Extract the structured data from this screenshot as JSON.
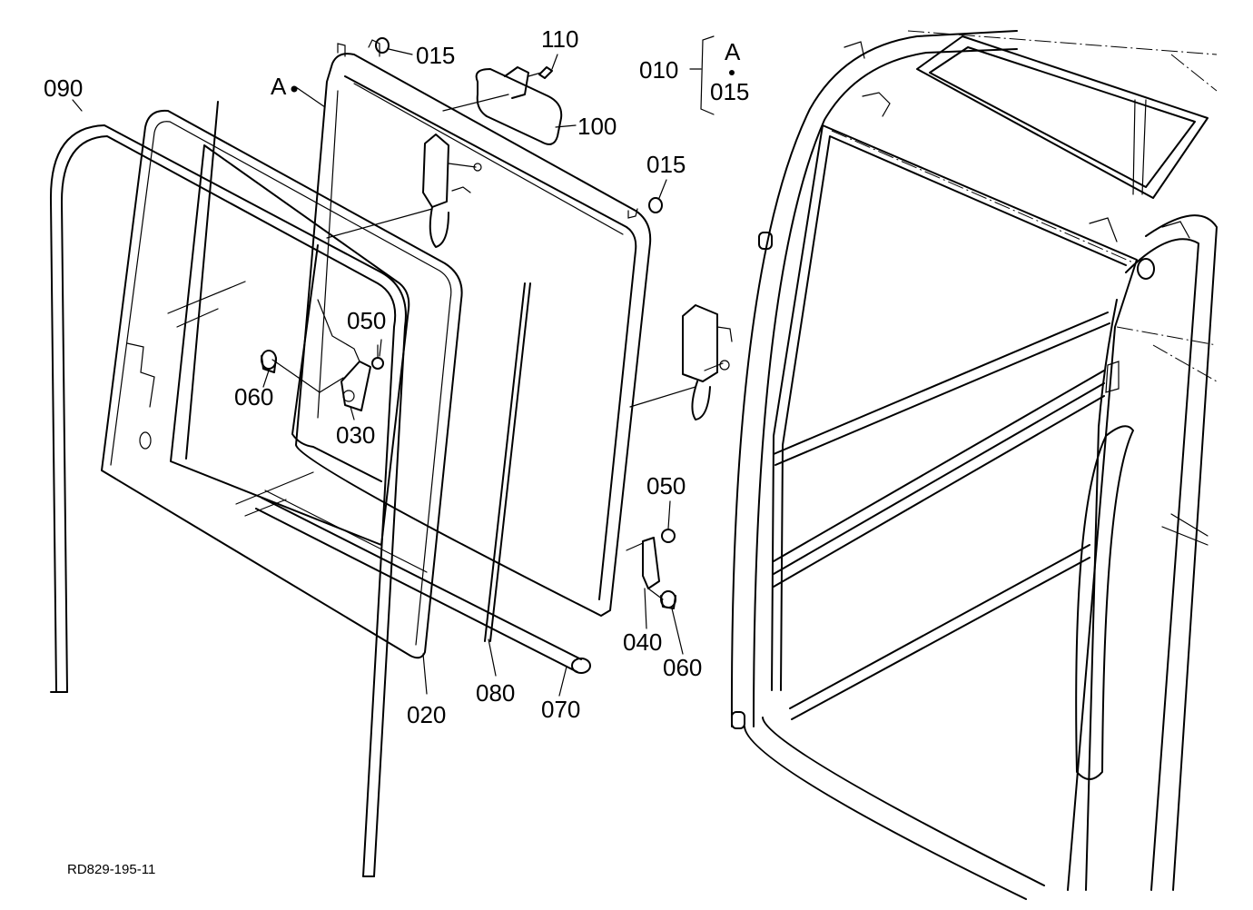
{
  "diagram_code": "RD829-195-11",
  "callouts": {
    "p090": "090",
    "pA_left": "A",
    "p015_top": "015",
    "p110": "110",
    "p100": "100",
    "p010": "010",
    "pA_bracket": "A",
    "p015_bracket": "015",
    "p015_right": "015",
    "p050_left": "050",
    "p060_left": "060",
    "p030": "030",
    "p050_right": "050",
    "p040": "040",
    "p060_right": "060",
    "p020": "020",
    "p080": "080",
    "p070": "070"
  }
}
